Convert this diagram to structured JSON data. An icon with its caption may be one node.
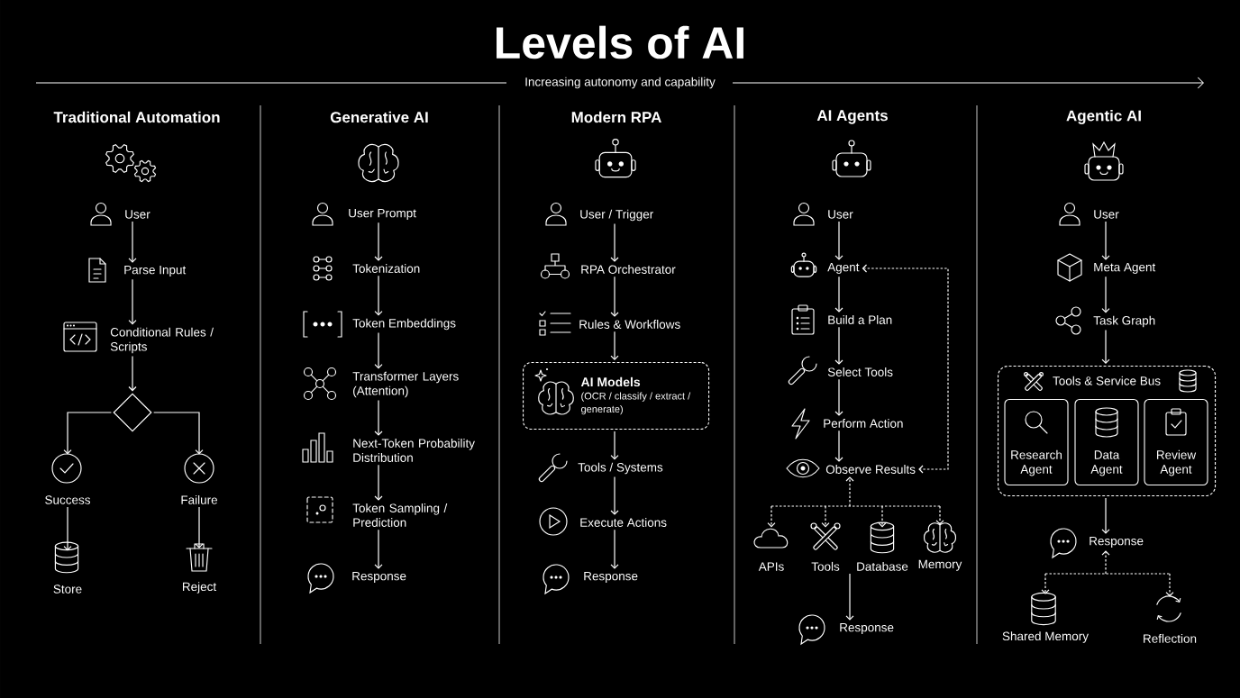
{
  "diagram": {
    "title": "Levels of AI",
    "nodes": [
      {
        "text": [
          "User"
        ]
      },
      {
        "text": [
          "Parse Input"
        ]
      },
      {
        "text": [
          "Conditional Rules / Scripts"
        ]
      },
      {
        "text": [],
        "shape": "diamond"
      },
      {
        "text": [
          "Success"
        ]
      },
      {
        "text": [
          "Failure"
        ]
      },
      {
        "text": [
          "Store"
        ]
      },
      {
        "text": [
          "Reject"
        ]
      },
      {
        "text": [
          "User Prompt"
        ]
      },
      {
        "text": [
          "Tokenization"
        ]
      },
      {
        "text": [
          "Token Embeddings"
        ]
      },
      {
        "text": [
          "Transformer Layers (Attention)"
        ]
      },
      {
        "text": [
          "Next-Token Probability Distribution"
        ]
      },
      {
        "text": [
          "Token Sampling / Prediction"
        ]
      },
      {
        "text": [
          "Response"
        ]
      },
      {
        "text": [
          "User / Trigger"
        ]
      },
      {
        "text": [
          "RPA Orchestrator"
        ]
      },
      {
        "text": [
          "Rules & Workflows"
        ]
      },
      {
        "text": [
          "AI Models",
          "(OCR / classify / extract / generate)"
        ]
      },
      {
        "text": [
          "Tools / Systems"
        ]
      },
      {
        "text": [
          "Execute Actions"
        ]
      },
      {
        "text": [
          "Response"
        ]
      },
      {
        "text": [
          "User"
        ]
      },
      {
        "text": [
          "Agent"
        ]
      },
      {
        "text": [
          "Build a Plan"
        ]
      },
      {
        "text": [
          "Select Tools"
        ]
      },
      {
        "text": [
          "Perform Action"
        ]
      },
      {
        "text": [
          "Observe Results"
        ]
      },
      {
        "text": [
          "APIs"
        ]
      },
      {
        "text": [
          "Tools"
        ]
      },
      {
        "text": [
          "Database"
        ]
      },
      {
        "text": [
          "Memory"
        ]
      },
      {
        "text": [
          "Response"
        ]
      },
      {
        "text": [
          "User"
        ]
      },
      {
        "text": [
          "Meta Agent"
        ]
      },
      {
        "text": [
          "Task Graph"
        ]
      },
      {
        "text": [
          "Tools & Service Bus"
        ]
      },
      {
        "text": [
          "Research Agent"
        ],
        "in": 36
      },
      {
        "text": [
          "Data Agent"
        ],
        "in": 36
      },
      {
        "text": [
          "Review Agent"
        ],
        "in": 36
      },
      {
        "text": [
          "Response"
        ]
      },
      {
        "text": [
          "Shared Memory"
        ]
      },
      {
        "text": [
          "Reflection"
        ]
      }
    ],
    "edges": [
      {
        "from": 0,
        "to": 1,
        "arrow": "to"
      },
      {
        "from": 1,
        "to": 2,
        "arrow": "to"
      },
      {
        "from": 2,
        "to": 3,
        "arrow": "to"
      },
      {
        "from": 3,
        "to": 4,
        "arrow": "to"
      },
      {
        "from": 3,
        "to": 5,
        "arrow": "to"
      },
      {
        "from": 4,
        "to": 6,
        "arrow": "to"
      },
      {
        "from": 5,
        "to": 7,
        "arrow": "to"
      },
      {
        "from": 8,
        "to": 9,
        "arrow": "to"
      },
      {
        "from": 9,
        "to": 10,
        "arrow": "to"
      },
      {
        "from": 10,
        "to": 11,
        "arrow": "to"
      },
      {
        "from": 11,
        "to": 12,
        "arrow": "to"
      },
      {
        "from": 12,
        "to": 13,
        "arrow": "to"
      },
      {
        "from": 13,
        "to": 14,
        "arrow": "to"
      },
      {
        "from": 15,
        "to": 16,
        "arrow": "to"
      },
      {
        "from": 16,
        "to": 17,
        "arrow": "to"
      },
      {
        "from": 17,
        "to": 18,
        "arrow": "to"
      },
      {
        "from": 18,
        "to": 19,
        "arrow": "to"
      },
      {
        "from": 19,
        "to": 20,
        "arrow": "to"
      },
      {
        "from": 20,
        "to": 21,
        "arrow": "to"
      },
      {
        "from": 22,
        "to": 23,
        "arrow": "to"
      },
      {
        "from": 23,
        "to": 24,
        "arrow": "to"
      },
      {
        "from": 24,
        "to": 25,
        "arrow": "to"
      },
      {
        "from": 25,
        "to": 26,
        "arrow": "to"
      },
      {
        "from": 26,
        "to": 27,
        "arrow": "to"
      },
      {
        "from": 23,
        "to": 27,
        "arrow": "both",
        "style": "dashed"
      },
      {
        "from": 27,
        "to": 28,
        "arrow": "both",
        "style": "dashed"
      },
      {
        "from": 27,
        "to": 29,
        "arrow": "both",
        "style": "dashed"
      },
      {
        "from": 27,
        "to": 30,
        "arrow": "both",
        "style": "dashed"
      },
      {
        "from": 27,
        "to": 31,
        "arrow": "both",
        "style": "dashed"
      },
      {
        "from": 29,
        "to": 32,
        "arrow": "to"
      },
      {
        "from": 33,
        "to": 34,
        "arrow": "to"
      },
      {
        "from": 34,
        "to": 35,
        "arrow": "to"
      },
      {
        "from": 35,
        "to": 36,
        "arrow": "to"
      },
      {
        "from": 36,
        "to": 40,
        "arrow": "to"
      },
      {
        "from": 40,
        "to": 41,
        "arrow": "both",
        "style": "dashed"
      },
      {
        "from": 40,
        "to": 42,
        "arrow": "both",
        "style": "dashed"
      }
    ],
    "labels": [
      "Increasing autonomy and capability",
      "Traditional Automation",
      "Generative AI",
      "Modern RPA",
      "AI Agents",
      "Agentic AI"
    ]
  }
}
